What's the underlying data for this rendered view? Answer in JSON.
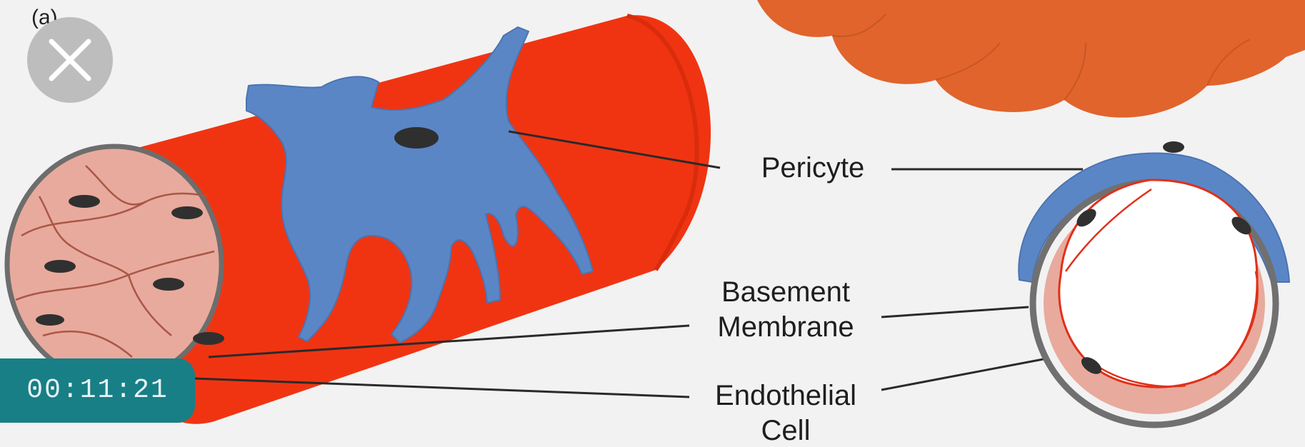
{
  "panel_label": "(a)",
  "labels": {
    "pericyte": "Pericyte",
    "basement_line1": "Basement",
    "basement_line2": "Membrane",
    "endothelial_line1": "Endothelial",
    "endothelial_line2": "Cell"
  },
  "timer": {
    "time": "00:11:21"
  },
  "icons": {
    "close": "close-icon"
  },
  "colors": {
    "vessel_red": "#f03412",
    "pericyte_blue": "#5b86c6",
    "endothelium_pink": "#e8aa9c",
    "membrane_gray": "#707070",
    "tissue_orange": "#e0642c",
    "timer_teal": "#187f86"
  }
}
